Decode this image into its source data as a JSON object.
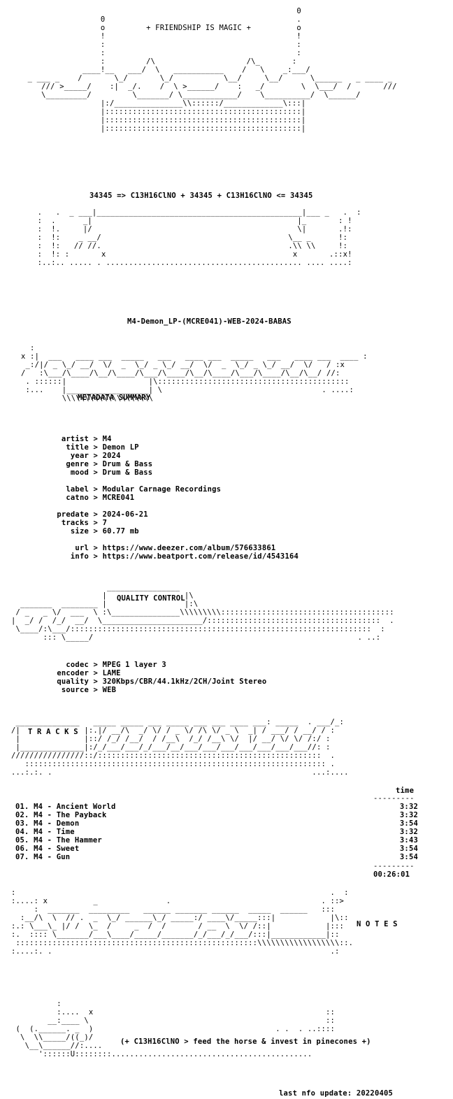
{
  "header": {
    "banner_art": [
      "                                                              0",
      "                   0                                          .",
      "                   o         + FRIENDSHIP IS MAGIC +          o",
      "                   !                                          !",
      "                   :                                          :",
      "                   :                                          :",
      "                   :         /\\                    /\\_       :",
      "               ____!__   ___/  \\   ___________    /   \\    _:___/",
      "   _ ___ _    /       \\_/       \\_/           \\__/     \\__/      \\______   _ ____ _",
      "      /// >_____/    :|  _/.    /  \\ >______/    :   _/        \\  \\___/  /       ///",
      "      \\_________/         \\_______/ \\____________/    \\__________/  \\______/",
      "                   |:/_______________\\\\::::::/_____________\\:::|",
      "                   |:::::::::::::::::::::::::::::::::::::::::::|",
      "                   |:::::::::::::::::::::::::::::::::::::::::::|",
      "                   |:::::::::::::::::::::::::::::::::::::::::::|"
    ],
    "formula": "34345 => C13H16ClNO + 34345 + C13H16ClNO <= 34345",
    "lower_art": [
      "       .   .  _ ___|_____________________________________________|___ _   .  :",
      "       :  .      _|                                             |_       : !",
      "       :  !.     |/                                             \\|       .!:",
      "       :  !:    _ __/                                         \\__ _      !:",
      "       :  !:   // //.                                         .\\\\ \\\\     !:",
      "       :  !: :       x                                         x       .::x!",
      "       :..:.. ..... . ........................................... .... ....:"
    ],
    "release_name": "M4-Demon_LP-(MCRE041)-WEB-2024-BABAS"
  },
  "metadata": {
    "section_title": "METADATA SUMMARY",
    "fields": [
      {
        "key": "artist",
        "value": "M4"
      },
      {
        "key": "title",
        "value": "Demon LP"
      },
      {
        "key": "year",
        "value": "2024"
      },
      {
        "key": "genre",
        "value": "Drum & Bass"
      },
      {
        "key": "mood",
        "value": "Drum & Bass"
      },
      {
        "key": "label",
        "value": "Modular Carnage Recordings"
      },
      {
        "key": "catno",
        "value": "MCRE041"
      },
      {
        "key": "predate",
        "value": "2024-06-21"
      },
      {
        "key": "tracks",
        "value": "7"
      },
      {
        "key": "size",
        "value": "60.77 mb"
      },
      {
        "key": "url",
        "value": "https://www.deezer.com/album/576633861"
      },
      {
        "key": "info",
        "value": "https://www.beatport.com/release/id/4543164"
      }
    ]
  },
  "quality": {
    "section_title": "QUALITY CONTROL",
    "fields": [
      {
        "key": "codec",
        "value": "MPEG 1 layer 3"
      },
      {
        "key": "encoder",
        "value": "LAME"
      },
      {
        "key": "quality",
        "value": "320Kbps/CBR/44.1kHz/2CH/Joint Stereo"
      },
      {
        "key": "source",
        "value": "WEB"
      }
    ]
  },
  "tracks": {
    "section_title": "T R A C K S",
    "time_header": "time",
    "list": [
      {
        "num": "01.",
        "artist": "M4",
        "title": "Ancient World",
        "time": "3:32"
      },
      {
        "num": "02.",
        "artist": "M4",
        "title": "The Payback",
        "time": "3:32"
      },
      {
        "num": "03.",
        "artist": "M4",
        "title": "Demon",
        "time": "3:54"
      },
      {
        "num": "04.",
        "artist": "M4",
        "title": "Time",
        "time": "3:32"
      },
      {
        "num": "05.",
        "artist": "M4",
        "title": "The Hammer",
        "time": "3:43"
      },
      {
        "num": "06.",
        "artist": "M4",
        "title": "Sweet",
        "time": "3:54"
      },
      {
        "num": "07.",
        "artist": "M4",
        "title": "Gun",
        "time": "3:54"
      }
    ],
    "total": "00:26:01"
  },
  "notes": {
    "section_title": "N O T E S"
  },
  "footer": {
    "slogan": "(+ C13H16ClNO > feed the horse & invest in pinecones +)",
    "last_update": "last nfo update: 20220405"
  }
}
